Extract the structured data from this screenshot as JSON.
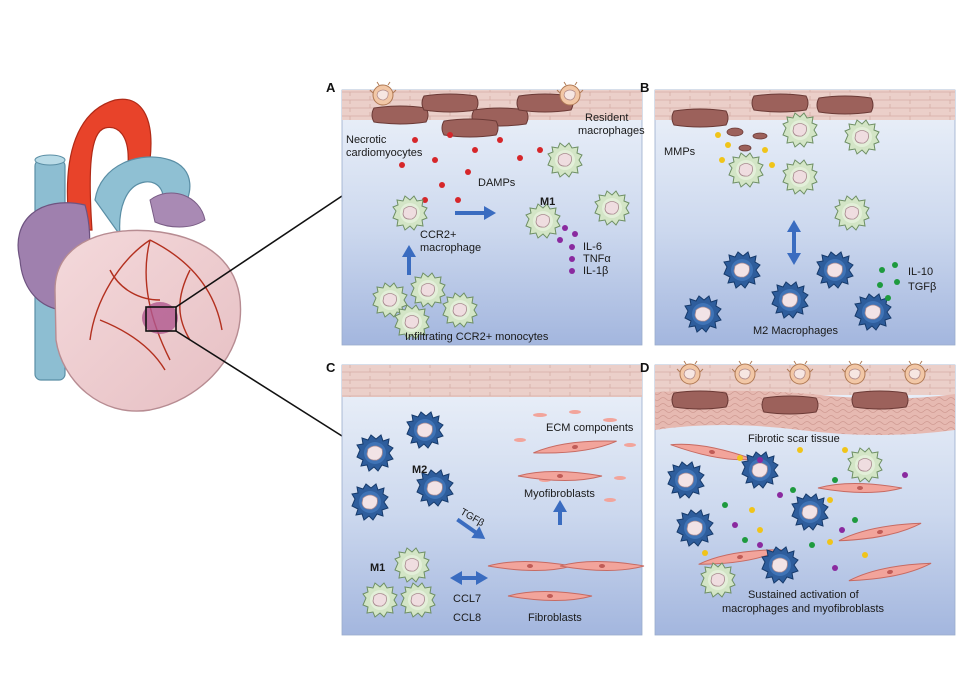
{
  "panels": {
    "A": {
      "letter": "A",
      "necrotic": [
        "Necrotic",
        "cardiomyocytes"
      ],
      "resident": [
        "Resident",
        "macrophages"
      ],
      "damps": "DAMPs",
      "m1": "M1",
      "ccr2": [
        "CCR2+",
        "macrophage"
      ],
      "cytokines": [
        "IL-6",
        "TNFα",
        "IL-1β"
      ],
      "infiltrating": "Infiltrating CCR2+ monocytes"
    },
    "B": {
      "letter": "B",
      "mmps": "MMPs",
      "cytokines": [
        "IL-10",
        "TGFβ"
      ],
      "m2": "M2 Macrophages"
    },
    "C": {
      "letter": "C",
      "ecm": "ECM components",
      "m2": "M2",
      "myofibroblasts": "Myofibroblasts",
      "tgfb": "TGFβ",
      "m1": "M1",
      "ccl7": "CCL7",
      "ccl8": "CCL8",
      "fibroblasts": "Fibroblasts"
    },
    "D": {
      "letter": "D",
      "scar": "Fibrotic scar tissue",
      "sustained": [
        "Sustained activation of",
        "macrophages and myofibroblasts"
      ]
    }
  },
  "colors": {
    "panel_bg_top": "#eaf0f8",
    "panel_bg_bottom": "#a9bbdf",
    "muscle": "#e8c9c3",
    "necrotic": "#9a5e58",
    "m1_cell": "#cfe2c4",
    "m2_cell": "#2f5f9e",
    "fibroblast": "#ee9a92",
    "arrow": "#3a6cc0",
    "damps": "#d8262b",
    "m1_cytokine": "#8a2a9f",
    "m2_cytokine": "#1e9a3e",
    "mmp": "#f0c419",
    "aorta": "#e8402a",
    "vena": "#8fbcd0"
  },
  "icons": [
    "heart-illustration",
    "zoom-box-icon",
    "macrophage-icon",
    "monocyte-icon",
    "fibroblast-icon",
    "arrow-icon"
  ]
}
